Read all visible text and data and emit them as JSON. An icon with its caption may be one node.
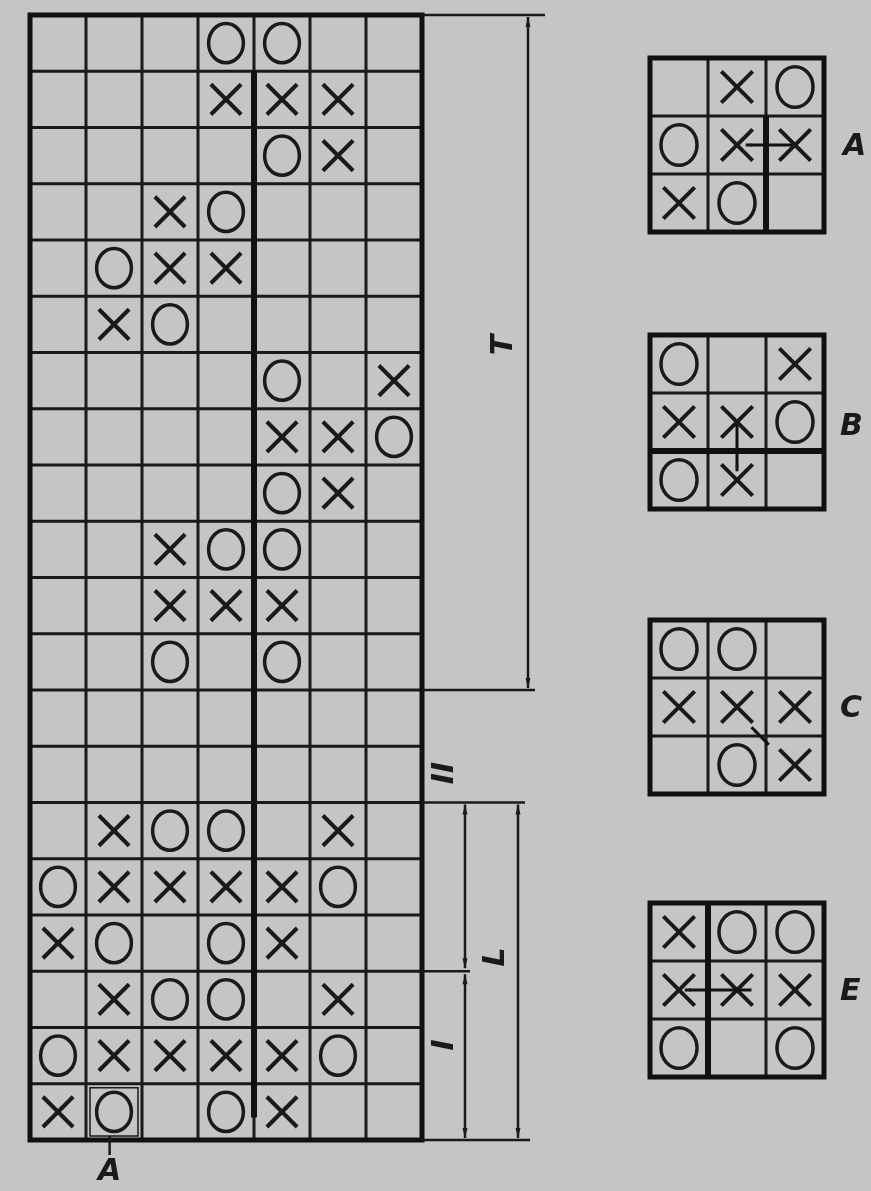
{
  "diagram": {
    "nodes": [
      {
        "text": [
          "A"
        ]
      },
      {
        "text": [],
        "shape": "box"
      }
    ],
    "edges": [
      {
        "from": 0,
        "to": 1,
        "arrow": "none"
      }
    ],
    "labels": [
      "A",
      "T",
      "B",
      "C",
      "II",
      "L",
      "E",
      "I"
    ]
  }
}
